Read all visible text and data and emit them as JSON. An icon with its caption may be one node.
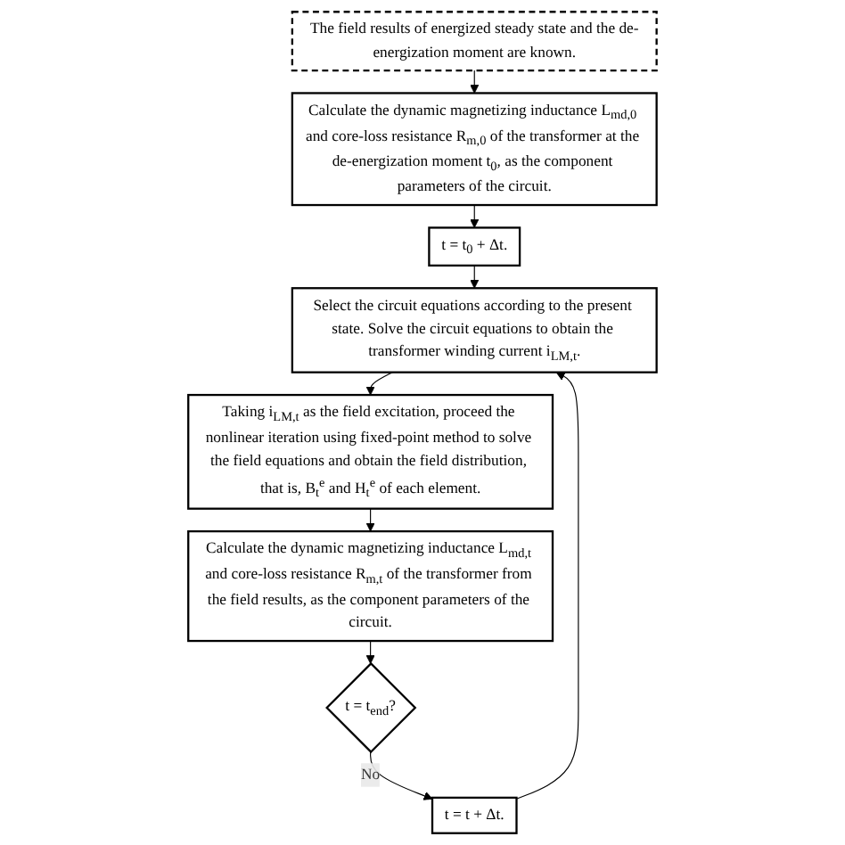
{
  "diagram": {
    "nodes": [
      {
        "text": [
          "The field results of energized steady state and the de-energization moment are known."
        ]
      },
      {
        "text": [
          "Calculate the dynamic magnetizing inductance L$_{md,0}$ and core-loss resistance R$_{m,0}$ of the transformer at the de-energization moment t$_{0}$, as the component parameters of the circuit."
        ]
      },
      {
        "text": [
          "t = t$_{0}$ + Δt."
        ]
      },
      {
        "text": [
          "Select the circuit equations according to the present state. Solve the circuit equations to obtain the transformer winding current i$_{LM,t}$."
        ]
      },
      {
        "text": [
          "Taking i$_{LM,t}$ as the field excitation, proceed the nonlinear iteration using fixed-point method to solve the field equations and obtain the field distribution, that is, B$_{t}$$^{e}$ and H$_{t}$$^{e}$ of each element."
        ]
      },
      {
        "text": [
          "Calculate the dynamic magnetizing inductance L$_{md,t}$ and core-loss resistance R$_{m,t}$ of the transformer from the field results, as the component parameters of the circuit."
        ]
      },
      {
        "text": [
          "t = t$_{end}$?"
        ]
      },
      {
        "text": [
          "t = t + Δt."
        ]
      }
    ],
    "edges": [
      {
        "from": 0,
        "to": 1,
        "arrow": "to"
      },
      {
        "from": 1,
        "to": 2,
        "arrow": "to"
      },
      {
        "from": 2,
        "to": 3,
        "arrow": "to"
      },
      {
        "from": 3,
        "to": 4,
        "arrow": "to"
      },
      {
        "from": 4,
        "to": 5,
        "arrow": "to"
      },
      {
        "from": 5,
        "to": 6,
        "arrow": "to"
      },
      {
        "from": 6,
        "to": 7,
        "arrow": "to",
        "label": "No"
      },
      {
        "from": 7,
        "to": 3,
        "arrow": "to"
      }
    ]
  }
}
